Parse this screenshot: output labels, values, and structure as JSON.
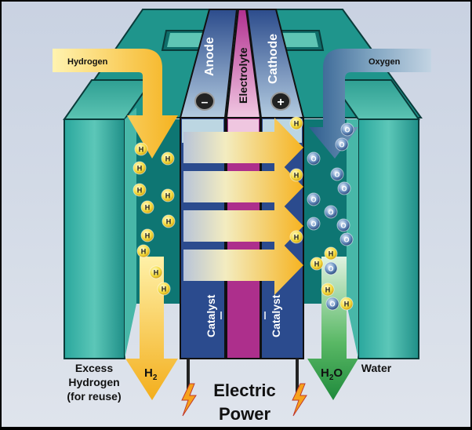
{
  "title": "Fuel cell diagram",
  "labels": {
    "hydrogen_in": "Hydrogen",
    "oxygen_in": "Oxygen",
    "anode": "Anode",
    "electrolyte": "Electrolyte",
    "cathode": "Cathode",
    "anode_sign": "–",
    "cathode_sign": "+",
    "catalyst_left": "Catalyst",
    "catalyst_right": "Catalyst",
    "h2": "H",
    "h2_sub": "2",
    "h2o_h": "H",
    "h2o_sub": "2",
    "h2o_o": "O",
    "excess_line1": "Excess",
    "excess_line2": "Hydrogen",
    "excess_line3": "(for reuse)",
    "water": "Water",
    "power_line1": "Electric",
    "power_line2": "Power",
    "atom_h": "H",
    "atom_o": "O"
  },
  "colors": {
    "teal": "#1f9c94",
    "teal_dark": "#0d6f6c",
    "blue": "#2b4b8e",
    "magenta": "#b0308f",
    "yellow": "#f7b726",
    "green": "#2d9a48"
  }
}
